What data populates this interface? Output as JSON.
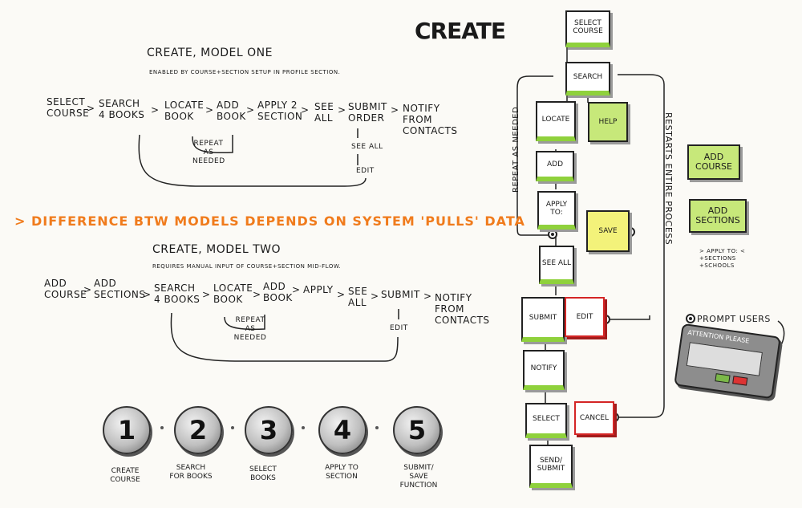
{
  "page_title": "CREATE",
  "model_one": {
    "title": "CREATE, MODEL ONE",
    "subtitle": "ENABLED BY COURSE+SECTION SETUP IN PROFILE SECTION.",
    "steps": [
      "SELECT COURSE",
      "SEARCH 4 BOOKS",
      "LOCATE BOOK",
      "ADD BOOK",
      "APPLY 2 SECTION",
      "SEE ALL",
      "SUBMIT ORDER",
      "NOTIFY FROM CONTACTS"
    ],
    "repeat_note": "REPEAT AS NEEDED",
    "see_all": "SEE ALL",
    "edit": "EDIT"
  },
  "difference_note": "> DIFFERENCE BTW MODELS DEPENDS ON SYSTEM 'PULLS' DATA",
  "model_two": {
    "title": "CREATE, MODEL TWO",
    "subtitle": "REQUIRES MANUAL INPUT OF COURSE+SECTION MID-FLOW.",
    "steps": [
      "ADD COURSE",
      "ADD SECTIONS",
      "SEARCH 4 BOOKS",
      "LOCATE BOOK",
      "ADD BOOK",
      "APPLY",
      "SEE ALL",
      "SUBMIT",
      "NOTIFY FROM CONTACTS"
    ],
    "repeat_note": "REPEAT AS NEEDED",
    "edit": "EDIT"
  },
  "steps_circles": [
    {
      "number": "1",
      "label": "CREATE COURSE"
    },
    {
      "number": "2",
      "label": "SEARCH FOR BOOKS"
    },
    {
      "number": "3",
      "label": "SELECT BOOKS"
    },
    {
      "number": "4",
      "label": "APPLY TO SECTION"
    },
    {
      "number": "5",
      "label": "SUBMIT/ SAVE FUNCTION"
    }
  ],
  "flow": {
    "select_course": "SELECT COURSE",
    "search": "SEARCH",
    "locate": "LOCATE",
    "help": "HELP",
    "add": "ADD",
    "apply_to": "APPLY TO:",
    "save": "SAVE",
    "see_all": "SEE ALL",
    "submit": "SUBMIT",
    "edit": "EDIT",
    "notify": "NOTIFY",
    "select": "SELECT",
    "cancel": "CANCEL",
    "send_submit": "SEND/ SUBMIT",
    "repeat_label": "REPEAT AS NEEDED",
    "restart_label": "RESTARTS ENTIRE PROCESS"
  },
  "side": {
    "add_course": "ADD COURSE",
    "add_sections": "ADD SECTIONS",
    "apply_note": "> APPLY TO: < +SECTIONS +SCHOOLS",
    "prompt_users": "PROMPT USERS",
    "dialog_title": "ATTENTION PLEASE"
  }
}
